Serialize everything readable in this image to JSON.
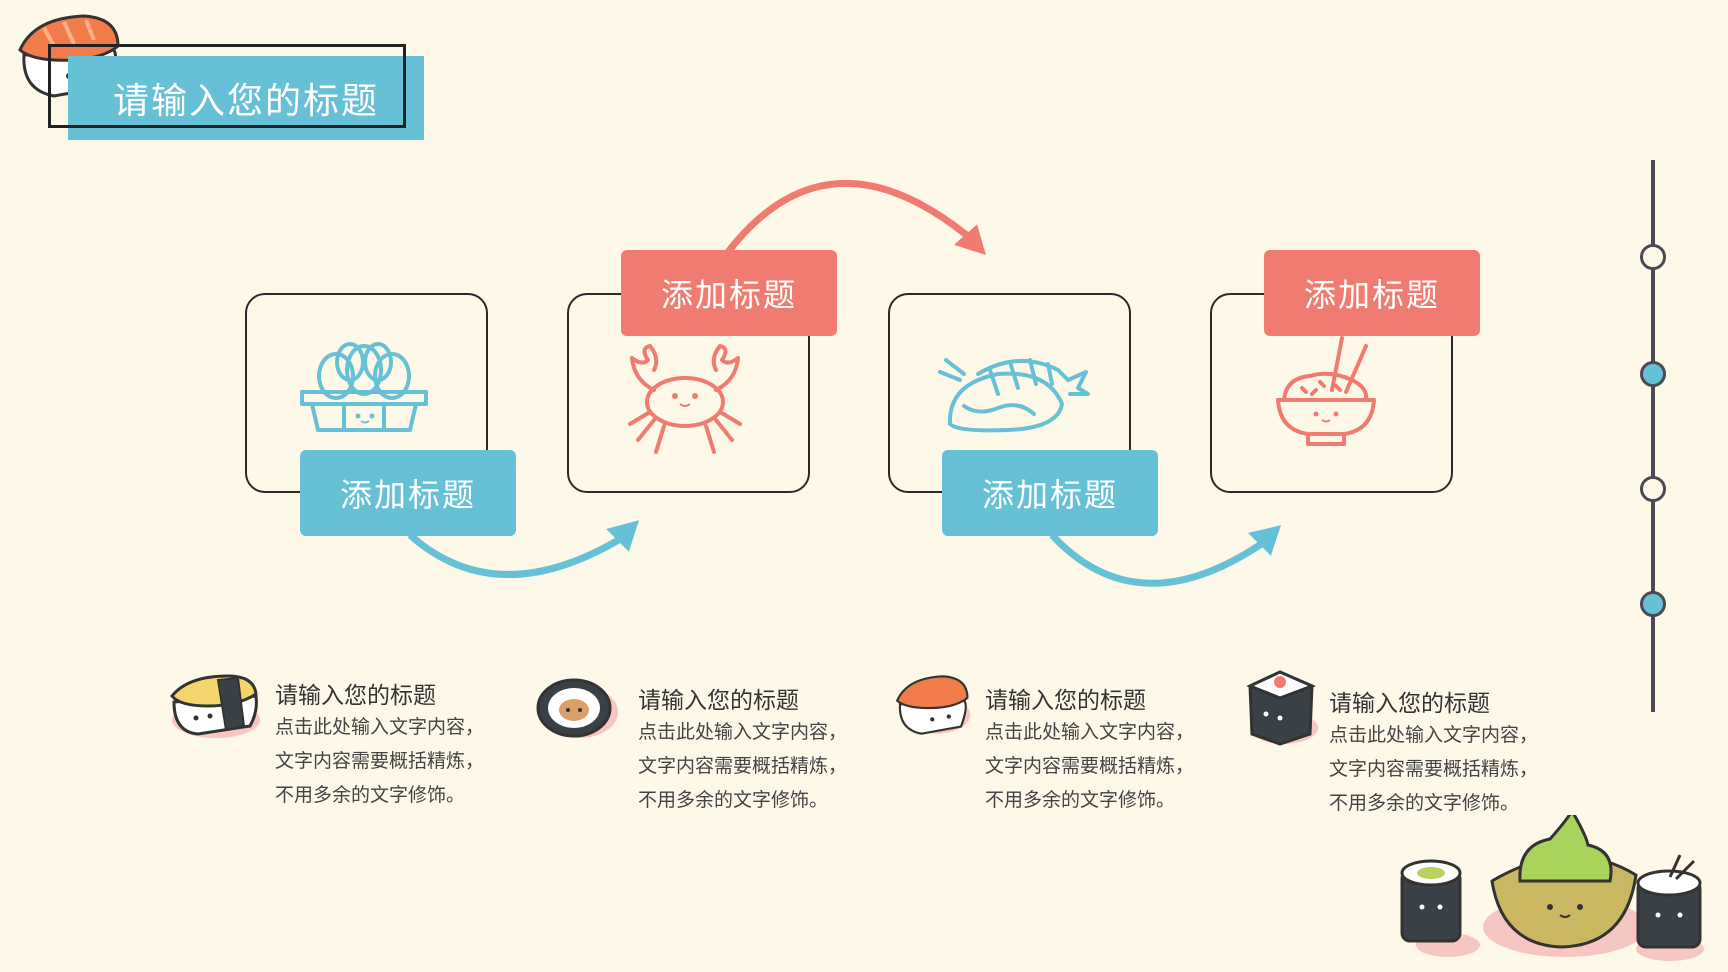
{
  "header": {
    "title": "请输入您的标题"
  },
  "steps": [
    {
      "tag": "添加标题",
      "icon": "egg-carton-icon"
    },
    {
      "tag": "添加标题",
      "icon": "crab-icon"
    },
    {
      "tag": "添加标题",
      "icon": "shrimp-nigiri-icon"
    },
    {
      "tag": "添加标题",
      "icon": "rice-bowl-icon"
    }
  ],
  "descriptions": [
    {
      "title": "请输入您的标题",
      "lines": [
        "点击此处输入文字内容，",
        "文字内容需要概括精炼，",
        "不用多余的文字修饰。"
      ]
    },
    {
      "title": "请输入您的标题",
      "lines": [
        "点击此处输入文字内容，",
        "文字内容需要概括精炼，",
        "不用多余的文字修饰。"
      ]
    },
    {
      "title": "请输入您的标题",
      "lines": [
        "点击此处输入文字内容，",
        "文字内容需要概括精炼，",
        "不用多余的文字修饰。"
      ]
    },
    {
      "title": "请输入您的标题",
      "lines": [
        "点击此处输入文字内容，",
        "文字内容需要概括精炼，",
        "不用多余的文字修饰。"
      ]
    }
  ],
  "colors": {
    "blue": "#67c1d6",
    "red": "#f07b70",
    "background": "#fdf8e8",
    "dark": "#2b2b2b"
  }
}
